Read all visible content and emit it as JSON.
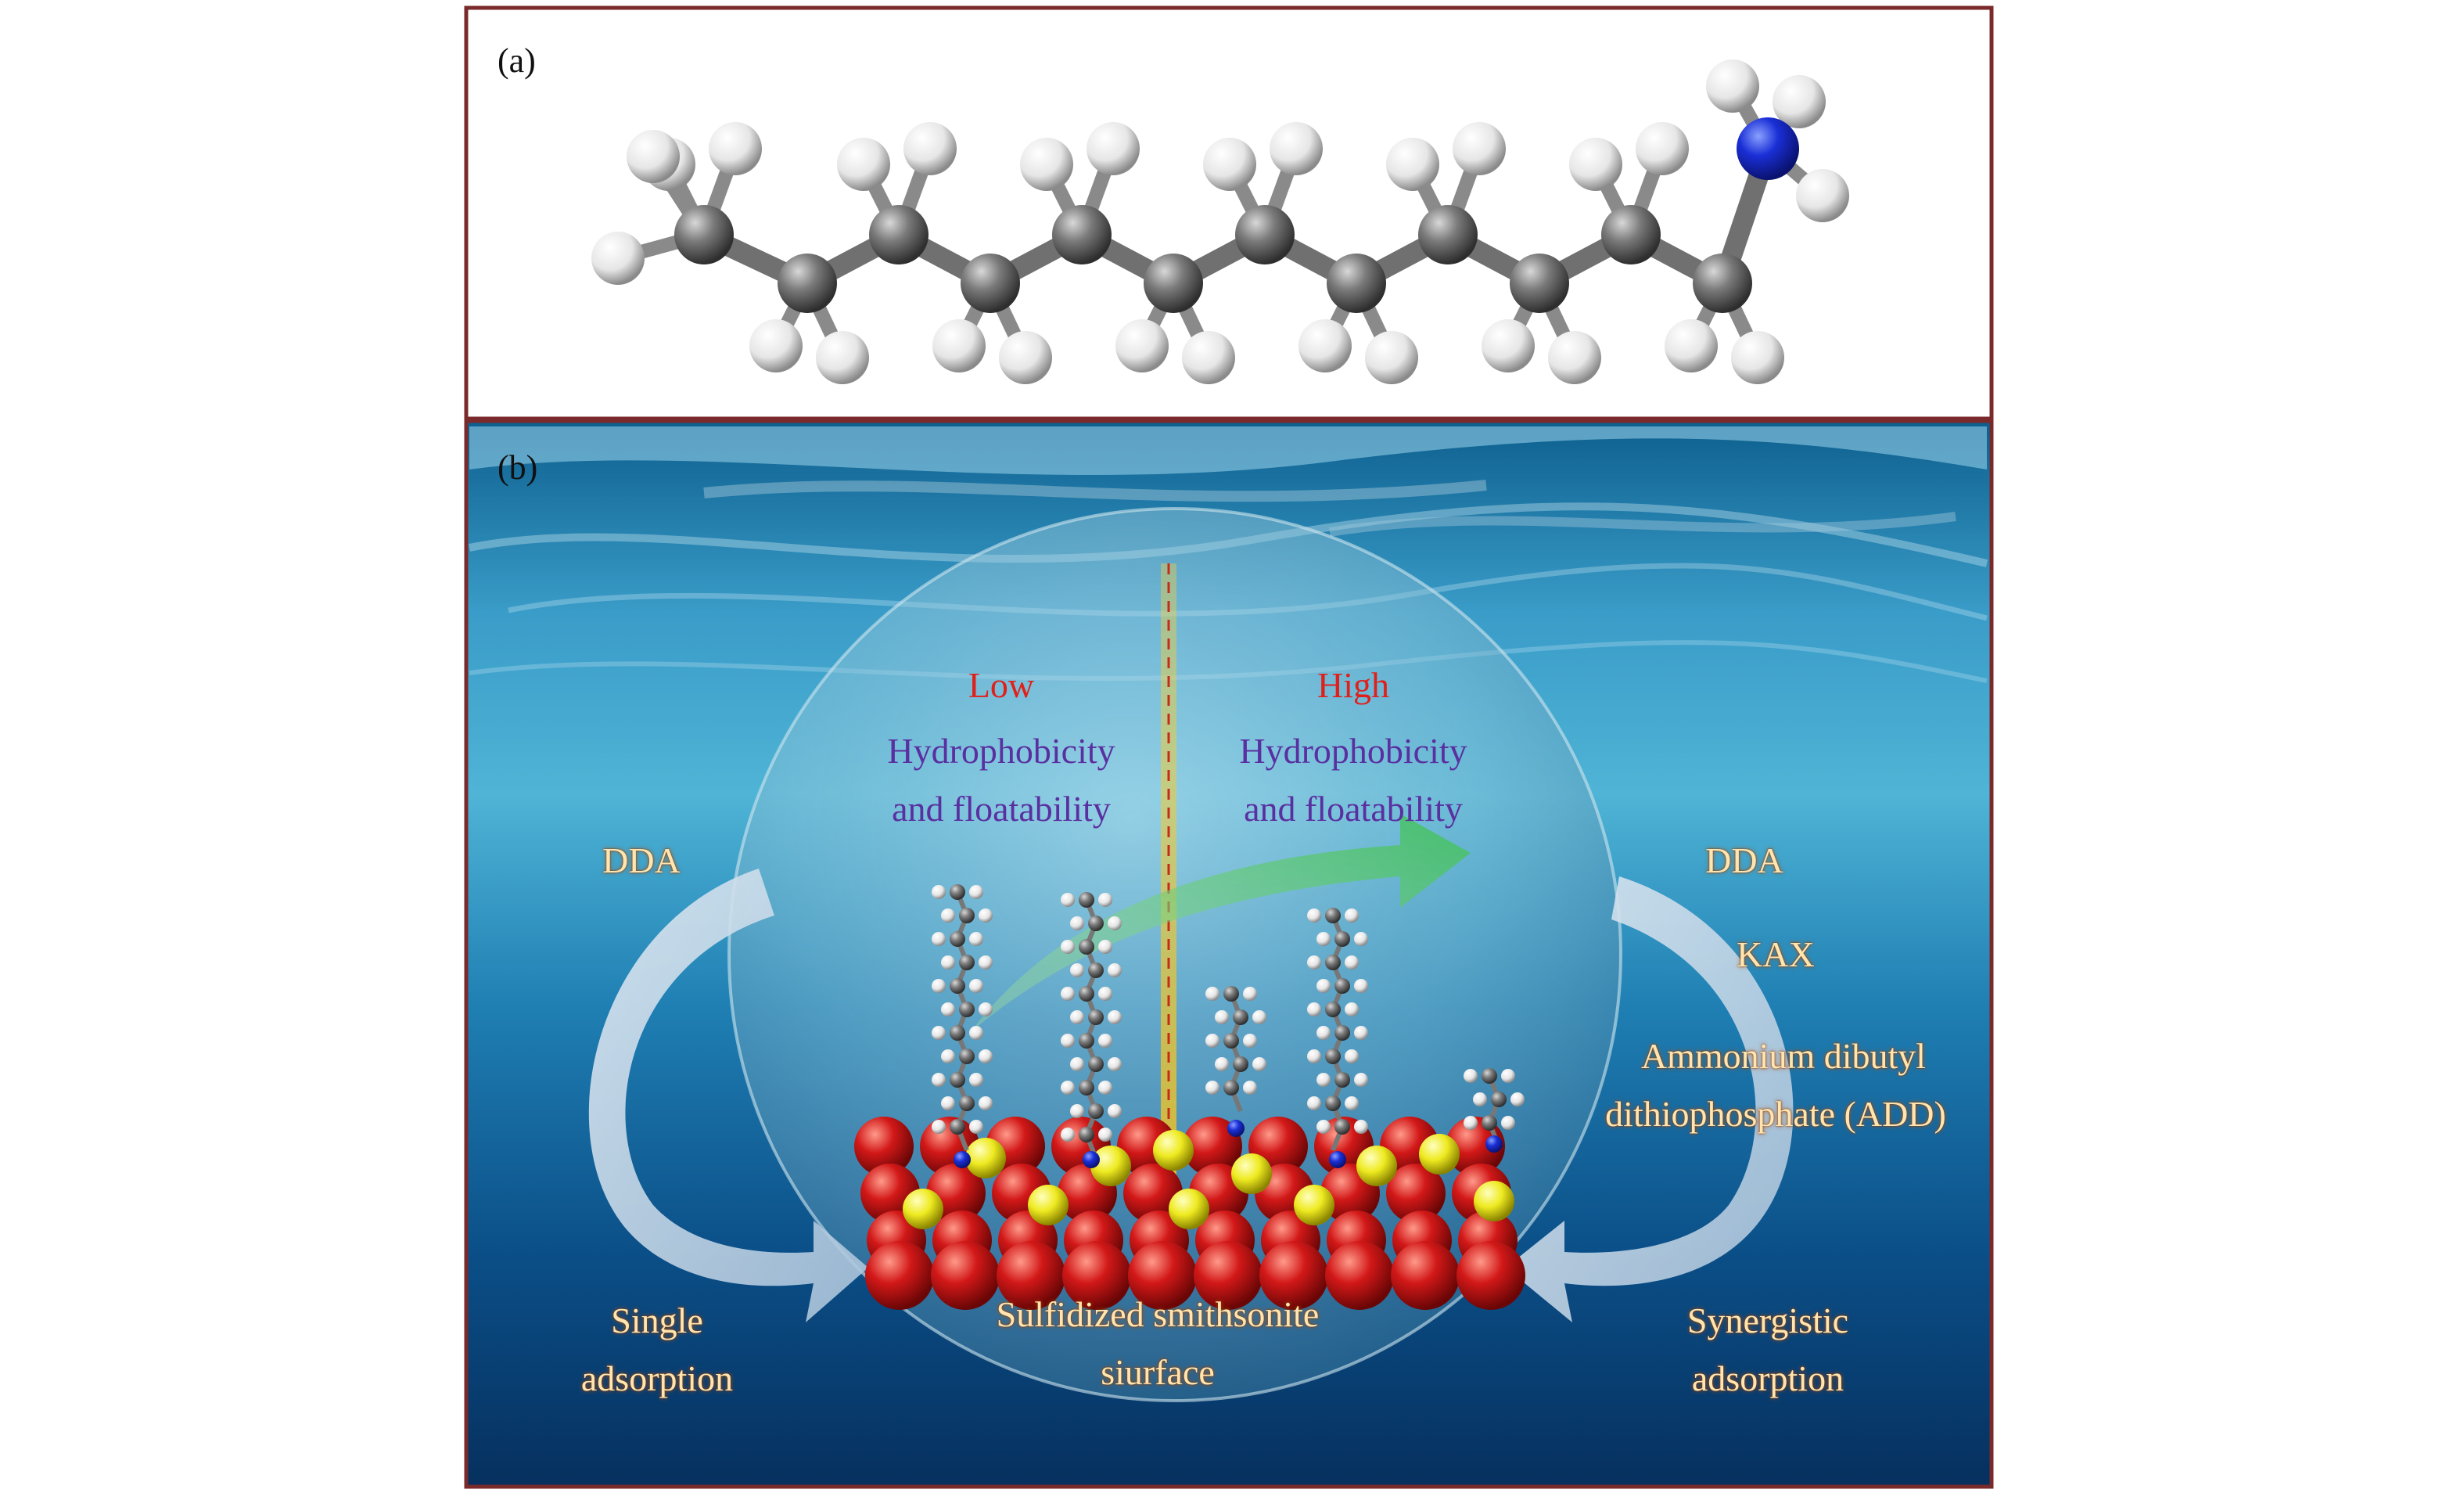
{
  "panel_a": {
    "label": "(a)"
  },
  "panel_b": {
    "label": "(b)",
    "low_label": "Low",
    "low_desc_line1": "Hydrophobicity",
    "low_desc_line2": "and floatability",
    "high_label": "High",
    "high_desc_line1": "Hydrophobicity",
    "high_desc_line2": "and floatability",
    "left_reagent": "DDA",
    "right_reagent_1": "DDA",
    "right_reagent_2": "KAX",
    "right_reagent_3_line1": "Ammonium dibutyl",
    "right_reagent_3_line2": "dithiophosphate (ADD)",
    "left_result_line1": "Single",
    "left_result_line2": "adsorption",
    "right_result_line1": "Synergistic",
    "right_result_line2": "adsorption",
    "surface_line1": "Sulfidized smithsonite",
    "surface_line2": "siurface"
  },
  "colors": {
    "frame": "#7a2a2a",
    "carbon": "#6e6e6e",
    "hydrogen": "#f2f2f2",
    "nitrogen": "#1a2fd6",
    "surface_red": "#c81414",
    "surface_yellow": "#e8e020",
    "low_high_text": "#e0201a",
    "hydrophobicity_text": "#5a2fa0"
  }
}
